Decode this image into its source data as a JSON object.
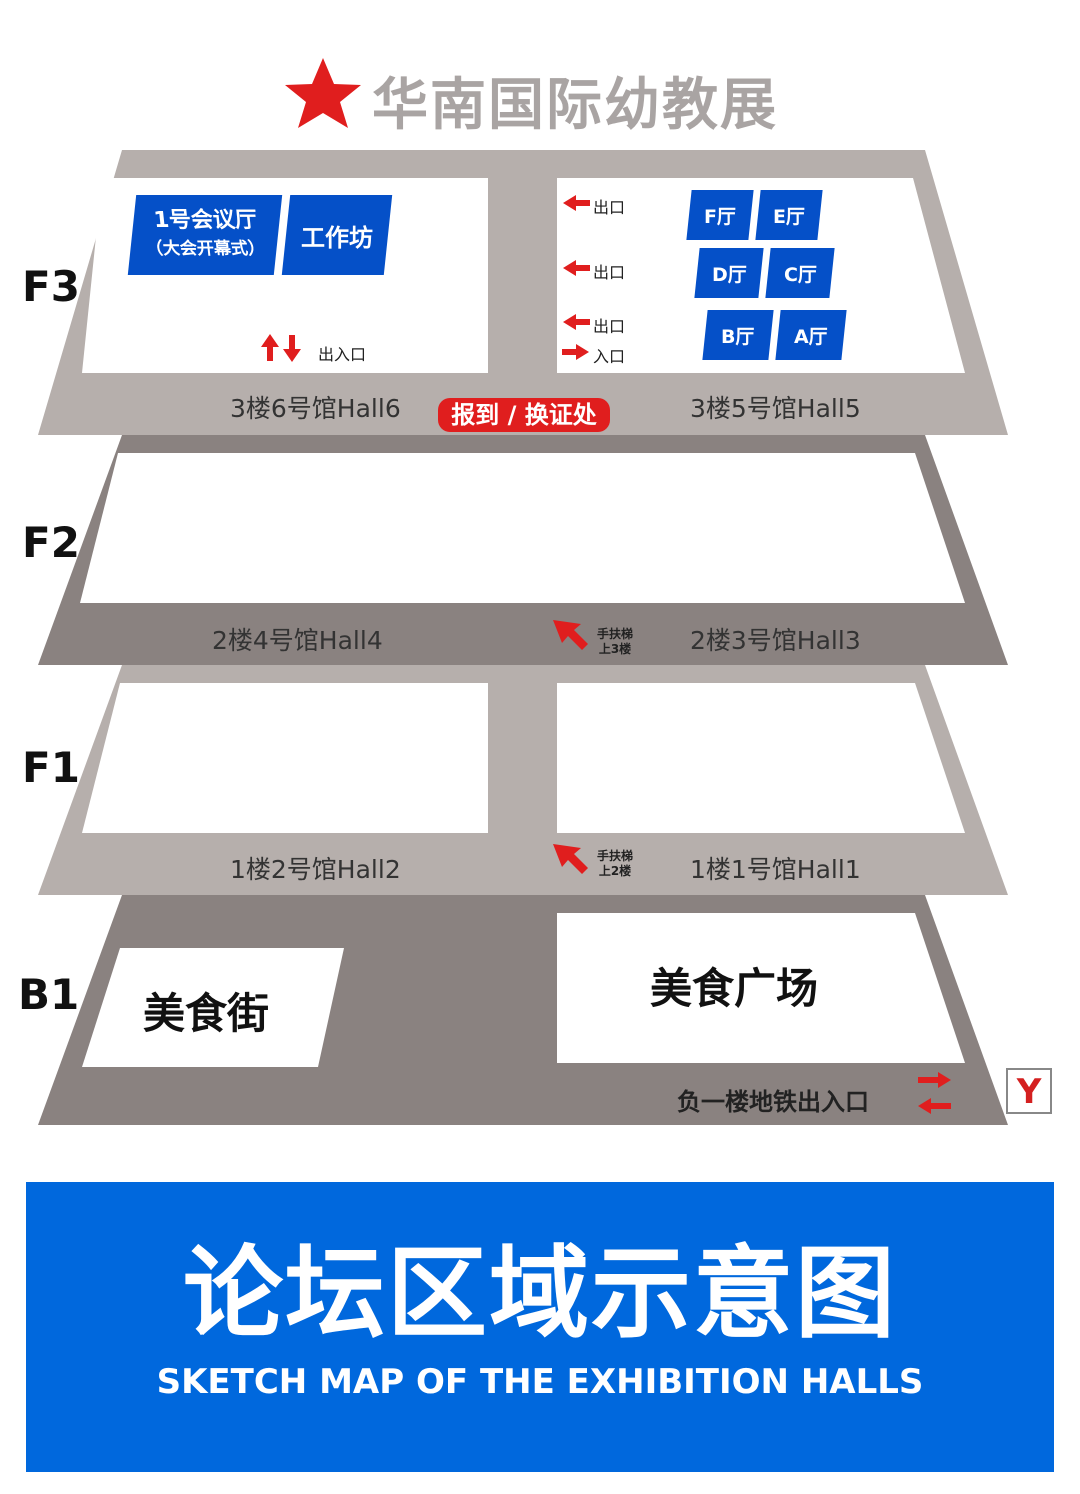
{
  "title": "华南国际幼教展",
  "floors": {
    "f3": {
      "label": "F3",
      "hall_left": "3楼6号馆Hall6",
      "hall_right": "3楼5号馆Hall5",
      "rooms": {
        "meeting_line1": "1号会议厅",
        "meeting_line2": "（大会开幕式）",
        "workshop": "工作坊",
        "f": "F厅",
        "e": "E厅",
        "d": "D厅",
        "c": "C厅",
        "b": "B厅",
        "a": "A厅"
      },
      "doors": {
        "entrance_exit": "出入口",
        "exit1": "出口",
        "exit2": "出口",
        "exit3": "出口",
        "entrance": "入口"
      },
      "registration": "报到 / 换证处"
    },
    "f2": {
      "label": "F2",
      "hall_left": "2楼4号馆Hall4",
      "hall_right": "2楼3号馆Hall3",
      "escalator_line1": "手扶梯",
      "escalator_line2": "上3楼"
    },
    "f1": {
      "label": "F1",
      "hall_left": "1楼2号馆Hall2",
      "hall_right": "1楼1号馆Hall1",
      "escalator_line1": "手扶梯",
      "escalator_line2": "上2楼"
    },
    "b1": {
      "label": "B1",
      "food_street": "美食街",
      "food_plaza": "美食广场",
      "metro_exit": "负一楼地铁出入口"
    }
  },
  "banner": {
    "title": "论坛区域示意图",
    "subtitle": "SKETCH MAP OF THE EXHIBITION HALLS"
  },
  "colors": {
    "light_gray": "#b6afac",
    "dark_gray": "#8a8280",
    "blue": "#0550c8",
    "red": "#e01e1e",
    "banner": "#0068dd"
  }
}
